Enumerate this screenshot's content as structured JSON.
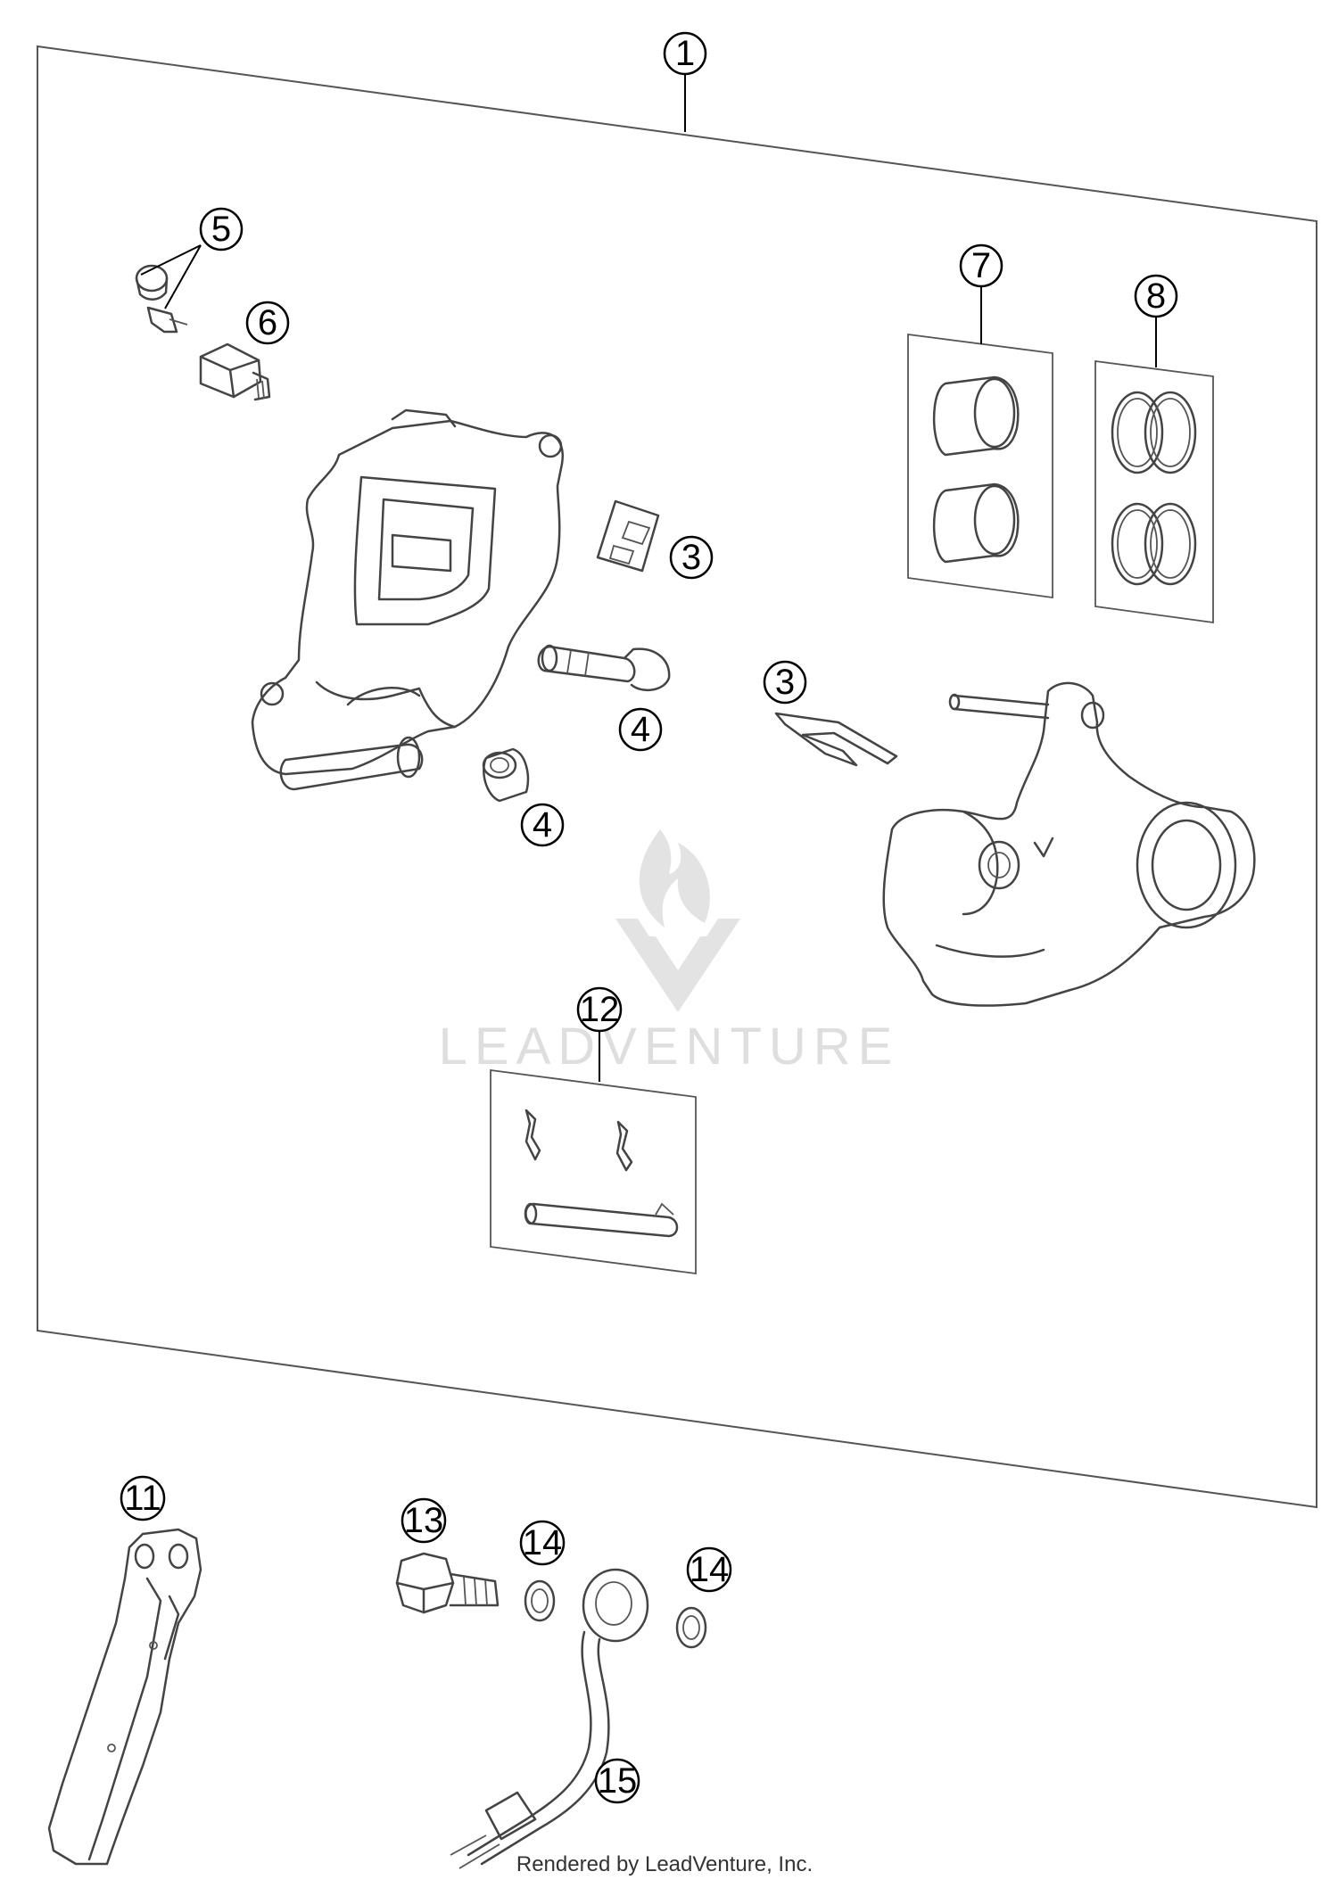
{
  "callouts": [
    "1",
    "3",
    "3",
    "4",
    "4",
    "5",
    "6",
    "7",
    "8",
    "11",
    "12",
    "13",
    "14",
    "14",
    "15"
  ],
  "watermark": {
    "brand": "LEADVENTURE",
    "logo_icon": "leadventure-flame-logo-icon"
  },
  "footer": {
    "credit": "Rendered by LeadVenture, Inc."
  }
}
